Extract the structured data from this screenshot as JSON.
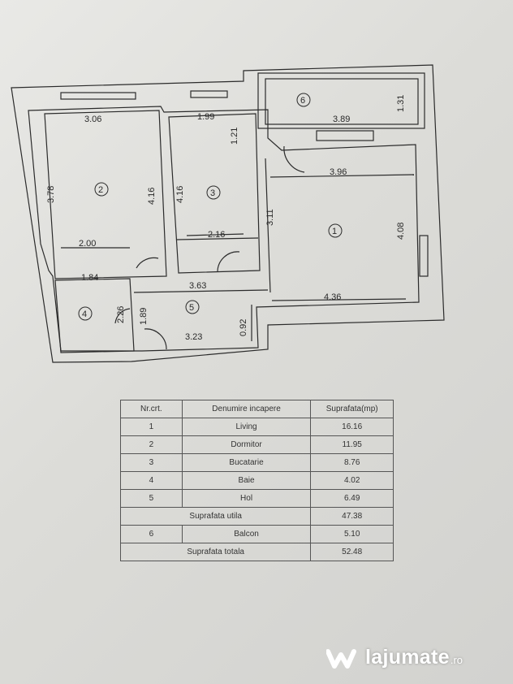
{
  "plan": {
    "room_numbers": [
      "1",
      "2",
      "3",
      "4",
      "5",
      "6"
    ],
    "dimensions": [
      "3.06",
      "3.78",
      "4.16",
      "2.00",
      "1.84",
      "1.99",
      "1.21",
      "4.16",
      "2.16",
      "3.11",
      "1.31",
      "3.89",
      "3.96",
      "4.08",
      "3.63",
      "4.36",
      "2.26",
      "1.89",
      "0.92",
      "3.23"
    ]
  },
  "table": {
    "headers": [
      "Nr.crt.",
      "Denumire incapere",
      "Suprafata(mp)"
    ],
    "rows": [
      {
        "nr": "1",
        "name": "Living",
        "area": "16.16"
      },
      {
        "nr": "2",
        "name": "Dormitor",
        "area": "11.95"
      },
      {
        "nr": "3",
        "name": "Bucatarie",
        "area": "8.76"
      },
      {
        "nr": "4",
        "name": "Baie",
        "area": "4.02"
      },
      {
        "nr": "5",
        "name": "Hol",
        "area": "6.49"
      }
    ],
    "subtotal_label": "Suprafata utila",
    "subtotal_value": "47.38",
    "balcony": {
      "nr": "6",
      "name": "Balcon",
      "area": "5.10"
    },
    "total_label": "Suprafata totala",
    "total_value": "52.48"
  },
  "watermark": {
    "brand": "lajumate",
    "tld": ".ro"
  }
}
